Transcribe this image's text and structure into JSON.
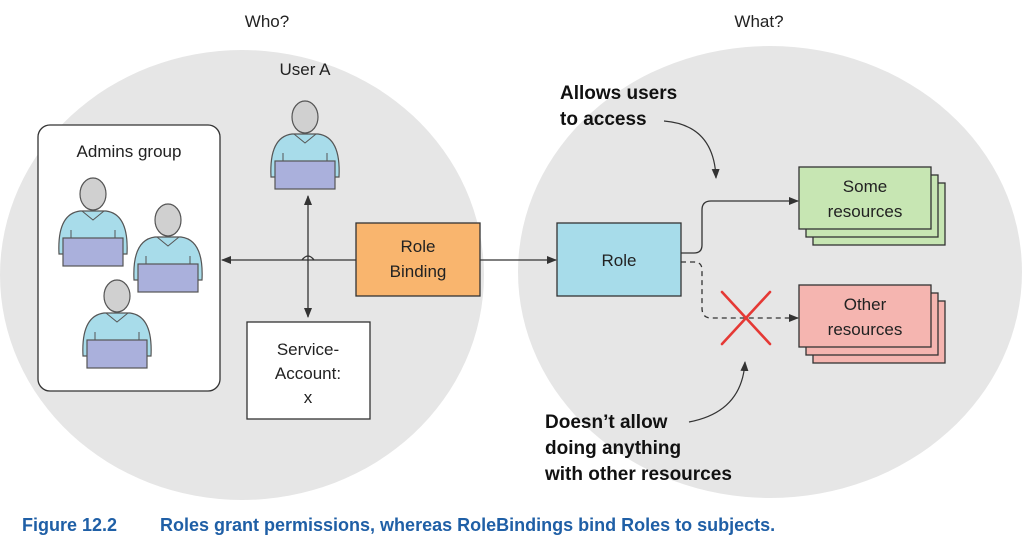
{
  "headers": {
    "who": "Who?",
    "what": "What?"
  },
  "subjects": {
    "user_a": "User A",
    "admins_group": "Admins group",
    "service_account": [
      "Service-",
      "Account:",
      "x"
    ]
  },
  "role_binding": [
    "Role",
    "Binding"
  ],
  "role": "Role",
  "resources": {
    "some": [
      "Some",
      "resources"
    ],
    "other": [
      "Other",
      "resources"
    ]
  },
  "notes": {
    "allows": [
      "Allows users",
      "to access"
    ],
    "denies": [
      "Doesn’t allow",
      "doing anything",
      "with other resources"
    ]
  },
  "caption": {
    "number": "Figure 12.2",
    "text": "Roles grant permissions, whereas RoleBindings bind Roles to subjects."
  },
  "colors": {
    "ellipse": "#e6e6e6",
    "role_binding": "#f9b56e",
    "role": "#a7dcea",
    "some_resources": "#c7e6b3",
    "other_resources": "#f5b5b0",
    "person_body": "#a8dcea",
    "laptop": "#aab0dc",
    "head": "#d0d0d0",
    "deny_cross": "#e53935",
    "caption": "#1f5fa6"
  }
}
